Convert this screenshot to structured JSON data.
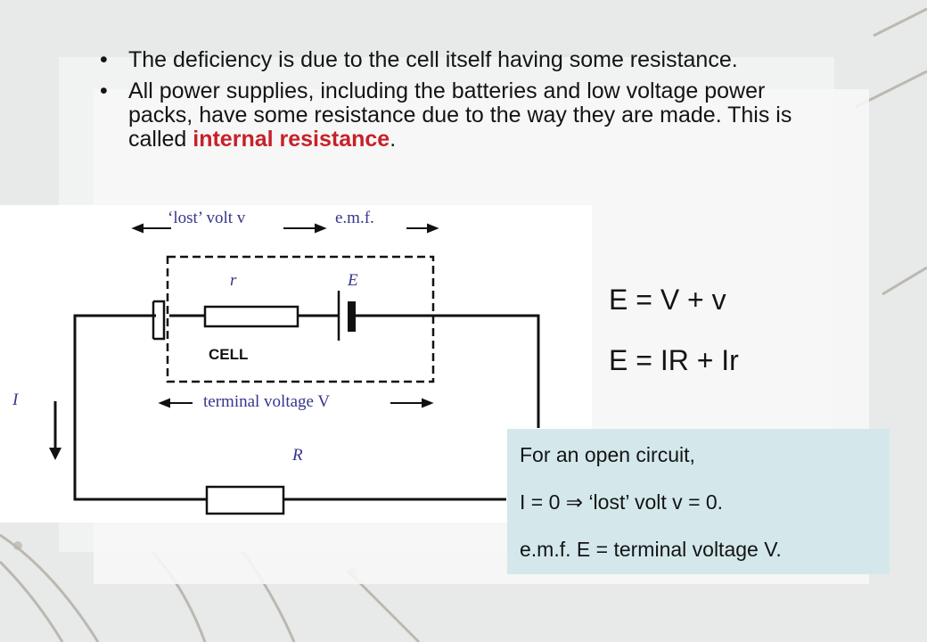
{
  "bullets": [
    {
      "text": "The deficiency is due to the cell itself having some resistance."
    },
    {
      "text_before": "All power supplies, including the batteries and low voltage power packs, have some resistance due to the way they are made. This is called ",
      "highlight": "internal resistance",
      "text_after": "."
    }
  ],
  "bullet_symbol": "•",
  "diagram": {
    "lost_volt_label": "‘lost’ volt v",
    "emf_label": "e.m.f.",
    "r_label": "r",
    "E_label": "E",
    "cell_label": "CELL",
    "current_label": "I",
    "terminal_label": "terminal voltage V",
    "R_label": "R"
  },
  "equations": {
    "eq1": "E = V + v",
    "eq2": "E = IR + Ir"
  },
  "note": {
    "line1": "For an open circuit,",
    "line2": "I = 0 ⇒ ‘lost’ volt v  = 0.",
    "line3": "e.m.f. E = terminal voltage V."
  },
  "colors": {
    "highlight": "#c8202a",
    "diagram_label": "#36368c",
    "note_background": "#d4e8ec"
  }
}
